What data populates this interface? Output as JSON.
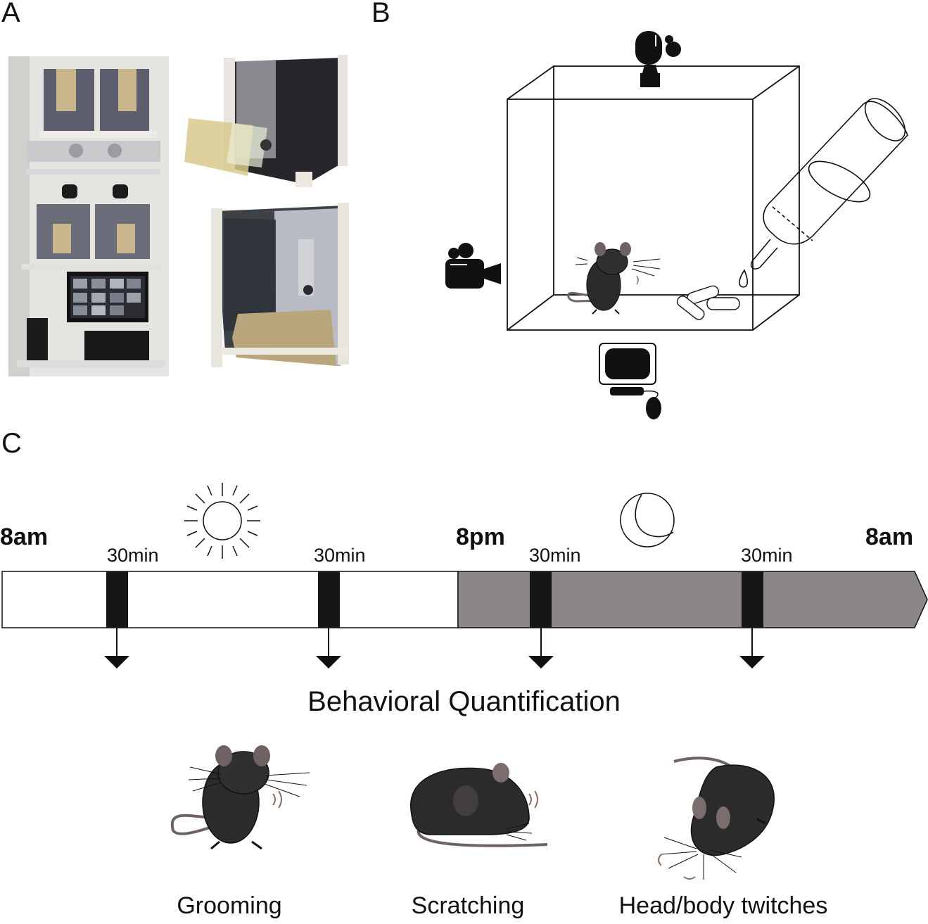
{
  "panels": {
    "a": "A",
    "b": "B",
    "c": "C"
  },
  "timeline": {
    "start": "8am",
    "middle": "8pm",
    "end": "8am",
    "windows": [
      "30min",
      "30min",
      "30min",
      "30min"
    ],
    "day_color": "#ffffff",
    "night_color": "#8a8786",
    "window_color": "#161616"
  },
  "quantification_title": "Behavioral Quantification",
  "behaviors": [
    "Grooming",
    "Scratching",
    "Head/body twitches"
  ],
  "icons": {
    "day": "sun-icon",
    "night": "moon-icon",
    "top_camera": "camera-icon",
    "side_camera": "video-camera-icon",
    "computer": "computer-icon"
  }
}
